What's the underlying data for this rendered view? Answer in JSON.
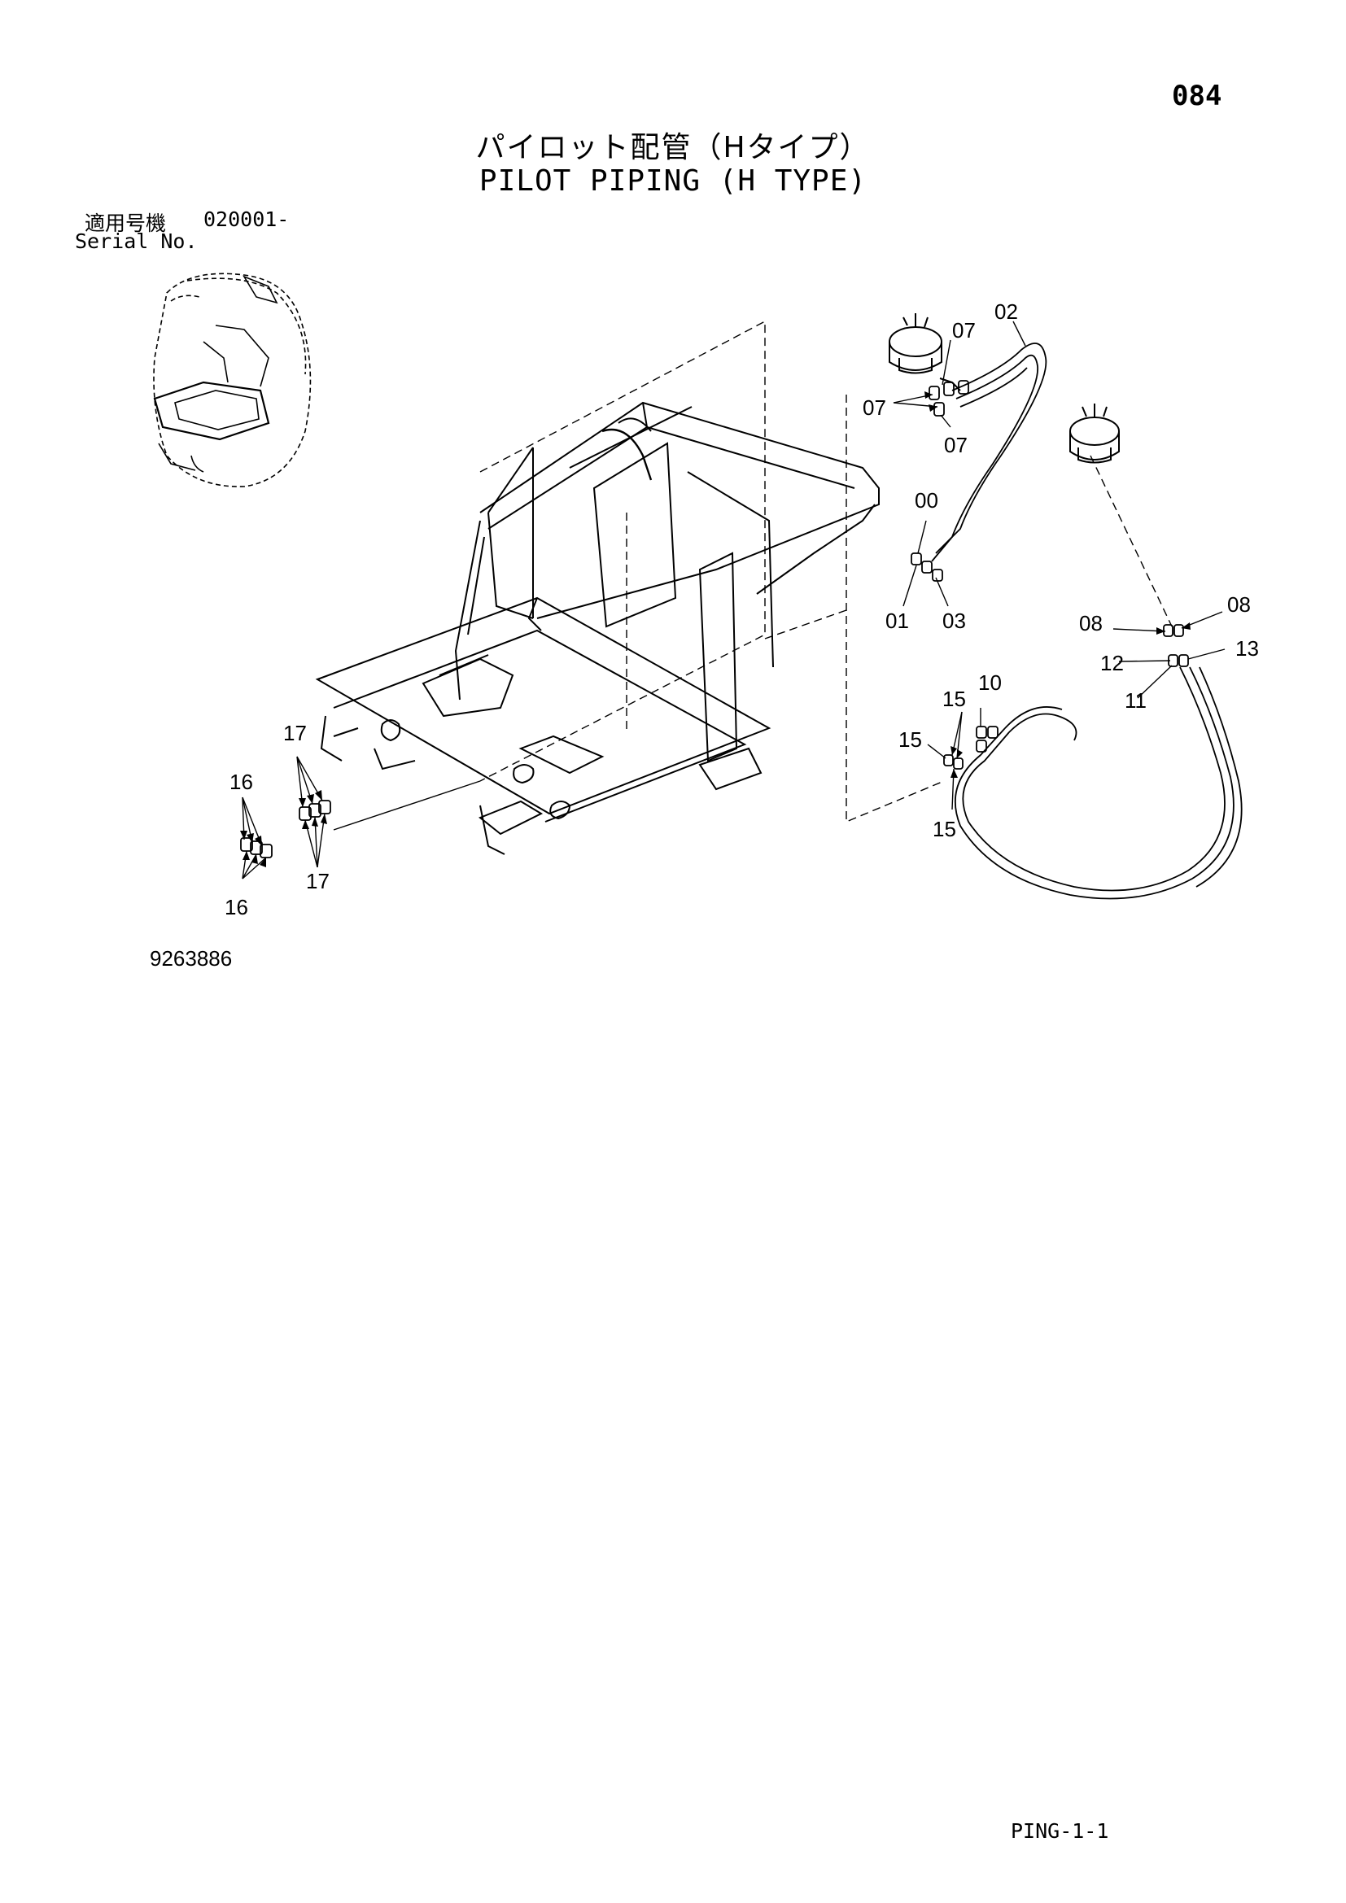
{
  "page_number": "084",
  "title_jp": "パイロット配管（Hタイプ）",
  "title_en": "PILOT PIPING (H TYPE)",
  "serial": {
    "label_jp": "適用号機",
    "value": "020001-",
    "label_en": "Serial No."
  },
  "drawing_number": "9263886",
  "footer_code": "PING-1-1",
  "callouts": {
    "c00": "00",
    "c01": "01",
    "c02": "02",
    "c03": "03",
    "c07a": "07",
    "c07b": "07",
    "c07c": "07",
    "c08a": "08",
    "c08b": "08",
    "c10": "10",
    "c11": "11",
    "c12": "12",
    "c13": "13",
    "c15a": "15",
    "c15b": "15",
    "c15c": "15",
    "c16a": "16",
    "c16b": "16",
    "c17a": "17",
    "c17b": "17"
  }
}
